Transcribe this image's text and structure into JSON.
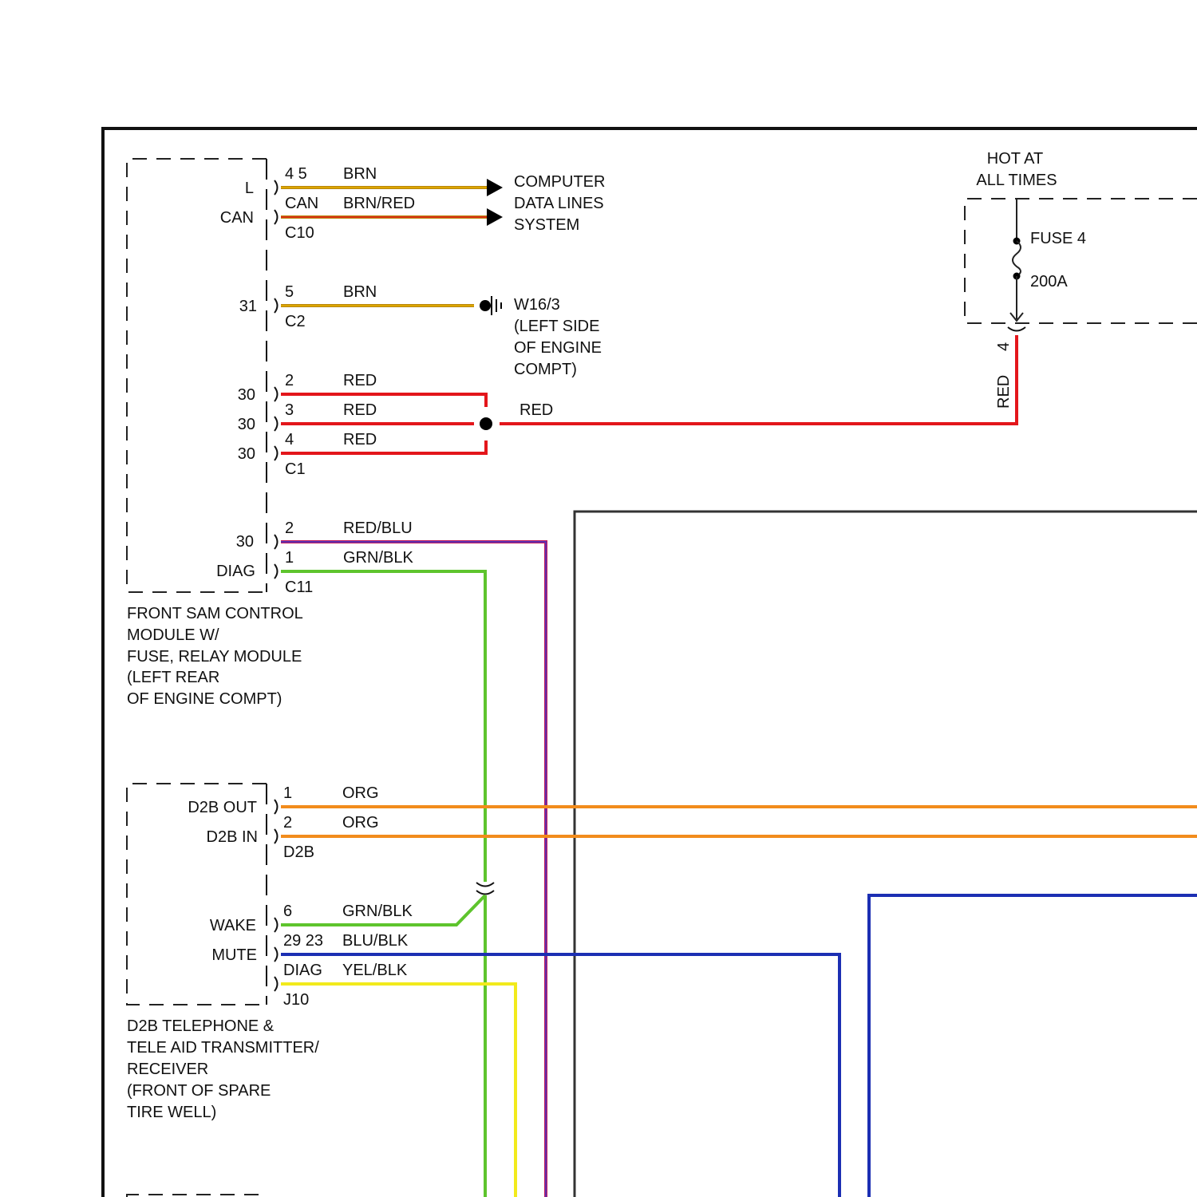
{
  "colors": {
    "BRN": "#b8860b",
    "BRN_STRIPE": "#e8b000",
    "RED": "#e3161b",
    "RED_BLU": "#c2185b",
    "RED_BLU_STRIPE": "#3a3ad0",
    "GRN_BLK": "#5ec42d",
    "ORG": "#f28c1c",
    "BLU_BLK": "#1c2fb3",
    "YEL_BLK": "#f2ea1c",
    "frame": "#111111",
    "inner_frame": "#333333"
  },
  "front_sam": {
    "pins": {
      "l": "L",
      "can": "CAN",
      "p31": "31",
      "p30a": "30",
      "p30b": "30",
      "p30c": "30",
      "p30d": "30",
      "diag": "DIAG"
    },
    "label_lines": [
      "FRONT SAM CONTROL",
      "MODULE W/",
      "FUSE, RELAY MODULE",
      "(LEFT REAR",
      "OF ENGINE COMPT)"
    ],
    "connectors": {
      "c10_pins_a": "4 5",
      "c10_pins_b": "CAN",
      "c10": "C10",
      "c2_pin": "5",
      "c2": "C2",
      "c1_pin_a": "2",
      "c1_pin_b": "3",
      "c1_pin_c": "4",
      "c1": "C1",
      "c11_pin_a": "2",
      "c11_pin_b": "1",
      "c11": "C11"
    },
    "wires": {
      "brn_top": "BRN",
      "brn_red": "BRN/RED",
      "brn_ground": "BRN",
      "red_a": "RED",
      "red_b": "RED",
      "red_c": "RED",
      "red_blu": "RED/BLU",
      "grn_blk": "GRN/BLK"
    }
  },
  "computer_data_lines": [
    "COMPUTER",
    "DATA LINES",
    "SYSTEM"
  ],
  "ground": [
    "W16/3",
    "(LEFT SIDE",
    "OF ENGINE",
    "COMPT)"
  ],
  "red_feed_label": "RED",
  "hot_at_all_times": [
    "HOT AT",
    "ALL TIMES"
  ],
  "fuse": {
    "name": "FUSE 4",
    "rating": "200A",
    "pin": "4",
    "wire": "RED"
  },
  "telephone": {
    "pins": {
      "d2b_out": "D2B OUT",
      "d2b_in": "D2B IN",
      "wake": "WAKE",
      "mute": "MUTE"
    },
    "connectors": {
      "d2b_pin_a": "1",
      "d2b_pin_b": "2",
      "d2b": "D2B",
      "j10_pin_a": "6",
      "j10_pin_b": "29 23",
      "j10_pin_c": "DIAG",
      "j10": "J10"
    },
    "wires": {
      "org_a": "ORG",
      "org_b": "ORG",
      "grn_blk": "GRN/BLK",
      "blu_blk": "BLU/BLK",
      "yel_blk": "YEL/BLK"
    },
    "label_lines": [
      "D2B TELEPHONE &",
      "TELE AID TRANSMITTER/",
      "RECEIVER",
      "(FRONT OF SPARE",
      "TIRE WELL)"
    ]
  }
}
